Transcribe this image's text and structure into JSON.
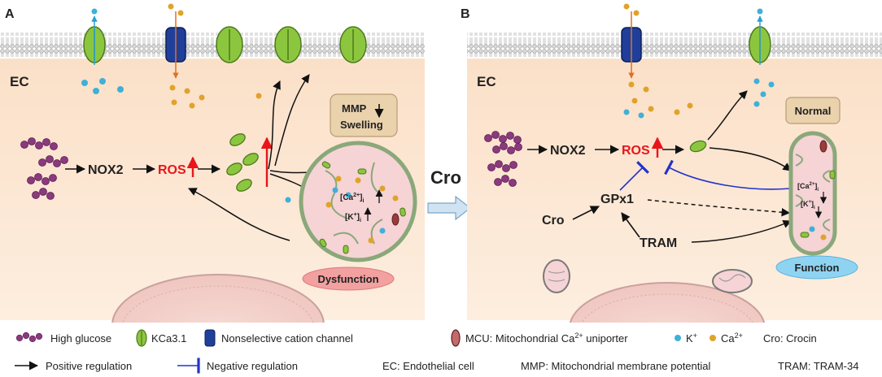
{
  "panel_a": {
    "letter": "A",
    "ec": "EC",
    "nox2": "NOX2",
    "ros": "ROS",
    "mmp_label": "MMP",
    "swelling_label": "Swelling",
    "ca_label": "[Ca",
    "ca_sup": "2+",
    "ca_sub": "]",
    "ca_i": "i",
    "k_label": "[K",
    "k_sup": "+",
    "k_sub": "]",
    "k_i": "i",
    "dysfunction": "Dysfunction"
  },
  "center": {
    "cro": "Cro"
  },
  "panel_b": {
    "letter": "B",
    "ec": "EC",
    "nox2": "NOX2",
    "ros": "ROS",
    "normal": "Normal",
    "gpx1": "GPx1",
    "cro": "Cro",
    "tram": "TRAM",
    "ca_label": "[Ca",
    "ca_sup": "2+",
    "ca_sub": "]",
    "ca_i": "i",
    "k_label": "[K",
    "k_sup": "+",
    "k_sub": "]",
    "k_i": "i",
    "function": "Function"
  },
  "legend": {
    "high_glucose": "High glucose",
    "kca31": "KCa3.1",
    "cation_channel": "Nonselective cation channel",
    "mcu_prefix": "MCU: Mitochondrial Ca",
    "mcu_sup": "2+",
    "mcu_suffix": " uniporter",
    "k_ion": "K",
    "k_sup": "+",
    "ca_ion": "Ca",
    "ca_sup": "2+",
    "cro_def": "Cro: Crocin",
    "positive": "Positive regulation",
    "negative": "Negative regulation",
    "ec_def": "EC: Endothelial cell",
    "mmp_def": "MMP: Mitochondrial membrane potential",
    "tram_def": "TRAM: TRAM-34"
  },
  "colors": {
    "cytoplasm": "#fbe3cf",
    "kca31": "#8cc63f",
    "cation_channel": "#1f3f9a",
    "k_ion": "#3fb0d8",
    "ca_ion": "#e0a32a",
    "glucose": "#8b3a7e",
    "ros_red": "#e8151b",
    "inhibit_blue": "#2233cc",
    "mito_fill": "#f6d3d5",
    "mito_border": "#8aa87a",
    "dysfunction_fill": "#f2a0a0",
    "function_fill": "#8fd3f3",
    "box_fill": "#ead2ad"
  }
}
